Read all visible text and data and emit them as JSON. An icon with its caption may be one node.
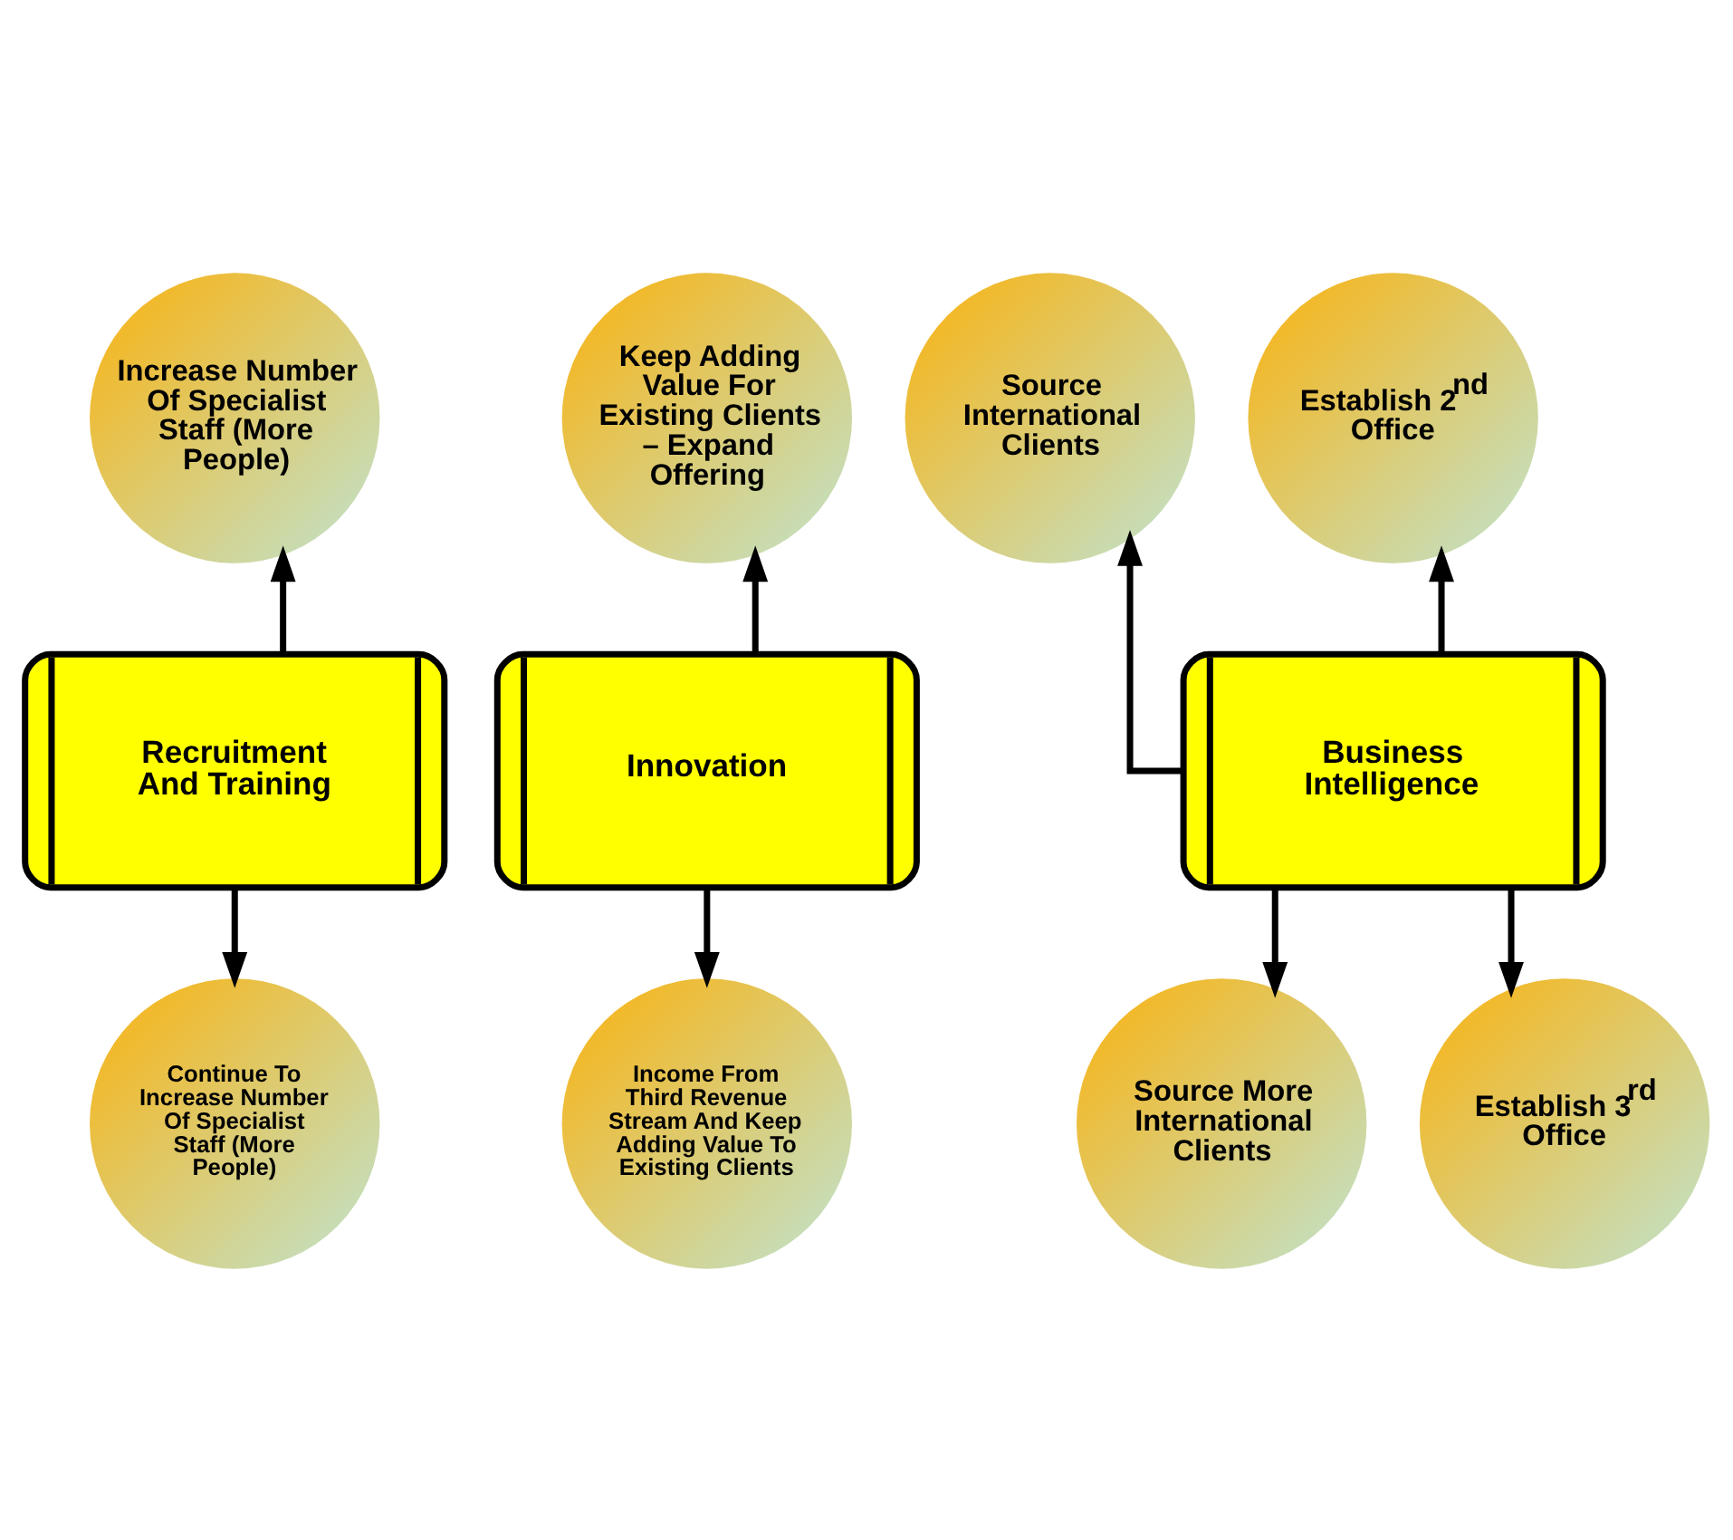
{
  "diagram": {
    "nodes": [
      {
        "text": [
          "Increase Number Of Specialist Staff (More People)"
        ]
      },
      {
        "text": [
          "Keep Adding Value For Existing Clients – Expand Offering"
        ]
      },
      {
        "text": [
          "Source International Clients"
        ]
      },
      {
        "text": [
          "Establish 2$^{nd}$ Office"
        ]
      },
      {
        "text": [
          "Recruitment And Training"
        ]
      },
      {
        "text": [
          "Innovation"
        ]
      },
      {
        "text": [
          "Business Intelligence"
        ]
      },
      {
        "text": [
          "Continue To Increase Number Of Specialist Staff (More People)"
        ]
      },
      {
        "text": [
          "Income From Third Revenue Stream And Keep Adding Value To Existing Clients"
        ]
      },
      {
        "text": [
          "Source More International Clients"
        ]
      },
      {
        "text": [
          "Establish 3$^{rd}$ Office"
        ]
      }
    ],
    "edges": [
      {
        "from": 4,
        "to": 0,
        "arrow": "to"
      },
      {
        "from": 5,
        "to": 1,
        "arrow": "to"
      },
      {
        "from": 6,
        "to": 2,
        "arrow": "to"
      },
      {
        "from": 6,
        "to": 3,
        "arrow": "to"
      },
      {
        "from": 4,
        "to": 7,
        "arrow": "to"
      },
      {
        "from": 5,
        "to": 8,
        "arrow": "to"
      },
      {
        "from": 6,
        "to": 9,
        "arrow": "to"
      },
      {
        "from": 6,
        "to": 10,
        "arrow": "to"
      }
    ]
  }
}
